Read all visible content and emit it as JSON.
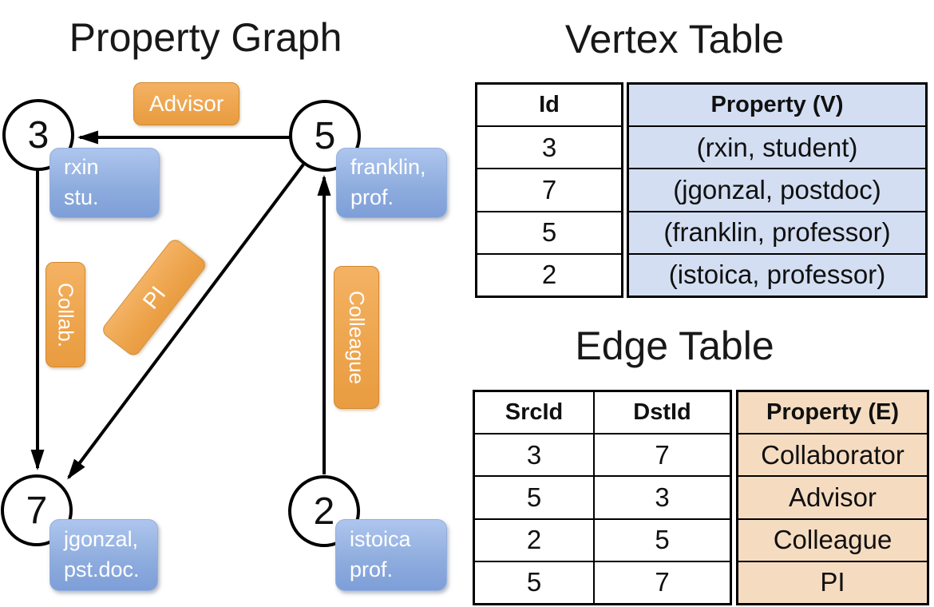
{
  "colors": {
    "edge_label_orange_top": "#f4b264",
    "edge_label_orange_bottom": "#e99c40",
    "edge_label_orange_border": "#d18a2f",
    "vertex_label_blue_top": "#aec6ee",
    "vertex_label_blue_bottom": "#7d9ed8",
    "vertex_table_fill": "#d3def2",
    "edge_table_fill": "#f5dcc1",
    "line_color": "#000000"
  },
  "graph": {
    "title": "Property Graph",
    "nodes": [
      {
        "id": "3"
      },
      {
        "id": "5"
      },
      {
        "id": "7"
      },
      {
        "id": "2"
      }
    ],
    "vertex_labels": [
      {
        "line1": "rxin",
        "line2": "stu."
      },
      {
        "line1": "franklin,",
        "line2": "prof."
      },
      {
        "line1": "jgonzal,",
        "line2": "pst.doc."
      },
      {
        "line1": "istoica",
        "line2": "prof."
      }
    ],
    "edge_labels": [
      {
        "label": "Advisor"
      },
      {
        "label": "Collab."
      },
      {
        "label": "PI"
      },
      {
        "label": "Colleague"
      }
    ]
  },
  "vertex_table": {
    "title": "Vertex Table",
    "columns": {
      "id": "Id",
      "property": "Property (V)"
    },
    "rows": [
      {
        "id": "3",
        "property": "(rxin, student)"
      },
      {
        "id": "7",
        "property": "(jgonzal, postdoc)"
      },
      {
        "id": "5",
        "property": "(franklin, professor)"
      },
      {
        "id": "2",
        "property": "(istoica, professor)"
      }
    ]
  },
  "edge_table": {
    "title": "Edge Table",
    "columns": {
      "src": "SrcId",
      "dst": "DstId",
      "property": "Property (E)"
    },
    "rows": [
      {
        "src": "3",
        "dst": "7",
        "property": "Collaborator"
      },
      {
        "src": "5",
        "dst": "3",
        "property": "Advisor"
      },
      {
        "src": "2",
        "dst": "5",
        "property": "Colleague"
      },
      {
        "src": "5",
        "dst": "7",
        "property": "PI"
      }
    ]
  }
}
